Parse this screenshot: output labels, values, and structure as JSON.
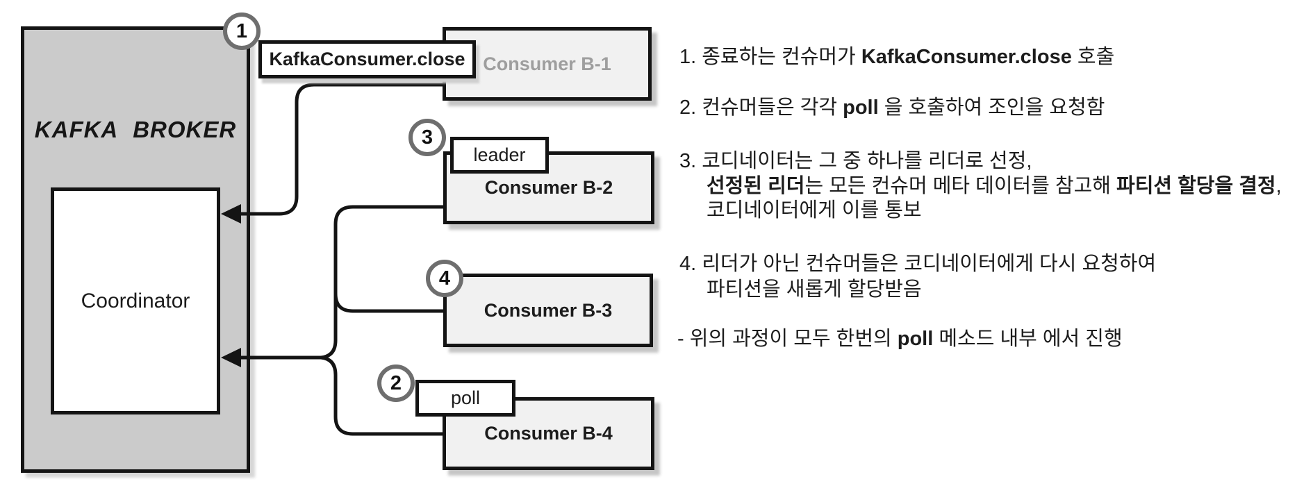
{
  "diagram": {
    "broker_title": "KAFKA BROKER",
    "coordinator_label": "Coordinator",
    "close_label": "KafkaConsumer.close",
    "leader_label": "leader",
    "poll_label": "poll",
    "consumers": {
      "b1": "Consumer B-1",
      "b2": "Consumer B-2",
      "b3": "Consumer B-3",
      "b4": "Consumer B-4"
    },
    "badges": {
      "step1": "1",
      "step2": "2",
      "step3": "3",
      "step4": "4"
    },
    "colors": {
      "broker_fill": "#cbcbcb",
      "consumer_fill": "#f1f1f1",
      "inactive_consumer_text": "#9e9e9e",
      "line_color": "#141414",
      "badge_ring": "#6e6e6e",
      "shadow": "#c6c6c6"
    }
  },
  "notes": {
    "item1": {
      "s1": "1. 종료하는 컨슈머가 ",
      "s2": "KafkaConsumer.close",
      "s3": " 호출"
    },
    "item2": {
      "s1": "2. 컨슈머들은 각각 ",
      "s2": "poll",
      "s3": " 을 호출하여 조인을 요청함"
    },
    "item3_line1": "3. 코디네이터는 그 중 하나를 리더로 선정,",
    "item3_line2": {
      "s1": "선정된 리더",
      "s2": "는 모든 컨슈머 메타 데이터를 참고해 ",
      "s3": "파티션 할당을 결정",
      "s4": ","
    },
    "item3_line3": "코디네이터에게 이를 통보",
    "item4_line1": "4. 리더가 아닌 컨슈머들은 코디네이터에게 다시 요청하여",
    "item4_line2": "파티션을 새롭게 할당받음",
    "footnote": {
      "s1": "- 위의 과정이 모두 한번의 ",
      "s2": "poll",
      "s3": " 메소드 내부 에서 진행"
    }
  }
}
